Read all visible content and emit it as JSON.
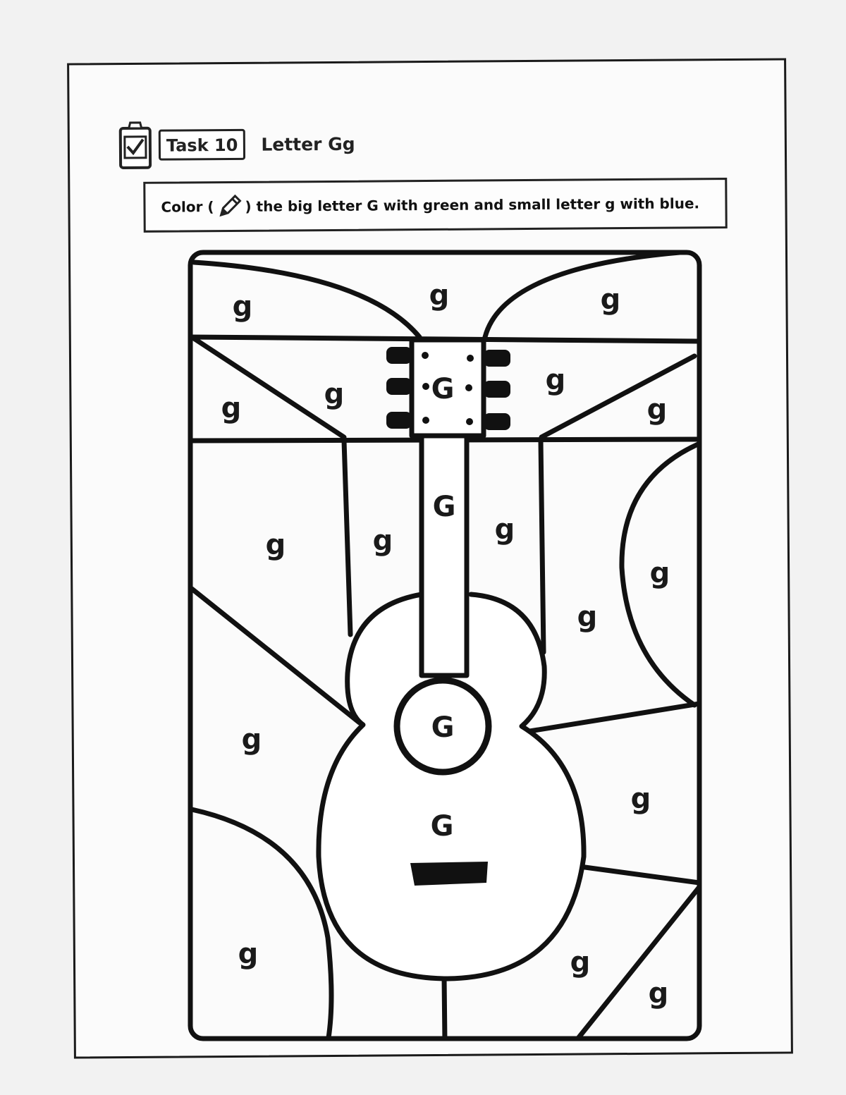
{
  "header": {
    "task_label": "Task 10",
    "title": "Letter Gg"
  },
  "instruction": {
    "before_icon": "Color (",
    "icon": "pencil-icon",
    "after_icon": ") the big letter G with green and small letter g with blue."
  },
  "puzzle": {
    "big_letter": "G",
    "small_letter": "g",
    "regions": [
      {
        "id": "top-left",
        "letter": "g"
      },
      {
        "id": "top-center",
        "letter": "g"
      },
      {
        "id": "top-right",
        "letter": "g"
      },
      {
        "id": "band-left-outer",
        "letter": "g"
      },
      {
        "id": "band-left-inner",
        "letter": "g"
      },
      {
        "id": "headstock",
        "letter": "G"
      },
      {
        "id": "band-right-inner",
        "letter": "g"
      },
      {
        "id": "band-right-outer",
        "letter": "g"
      },
      {
        "id": "neck",
        "letter": "G"
      },
      {
        "id": "mid-left",
        "letter": "g"
      },
      {
        "id": "mid-left-strip",
        "letter": "g"
      },
      {
        "id": "mid-right-strip",
        "letter": "g"
      },
      {
        "id": "right-semicircle",
        "letter": "g"
      },
      {
        "id": "right-middle",
        "letter": "g"
      },
      {
        "id": "lower-left",
        "letter": "g"
      },
      {
        "id": "sound-hole",
        "letter": "G"
      },
      {
        "id": "guitar-body",
        "letter": "G"
      },
      {
        "id": "lower-right",
        "letter": "g"
      },
      {
        "id": "bottom-left-circle",
        "letter": "g"
      },
      {
        "id": "bottom-right",
        "letter": "g"
      },
      {
        "id": "bottom-right-corner",
        "letter": "g"
      }
    ]
  }
}
